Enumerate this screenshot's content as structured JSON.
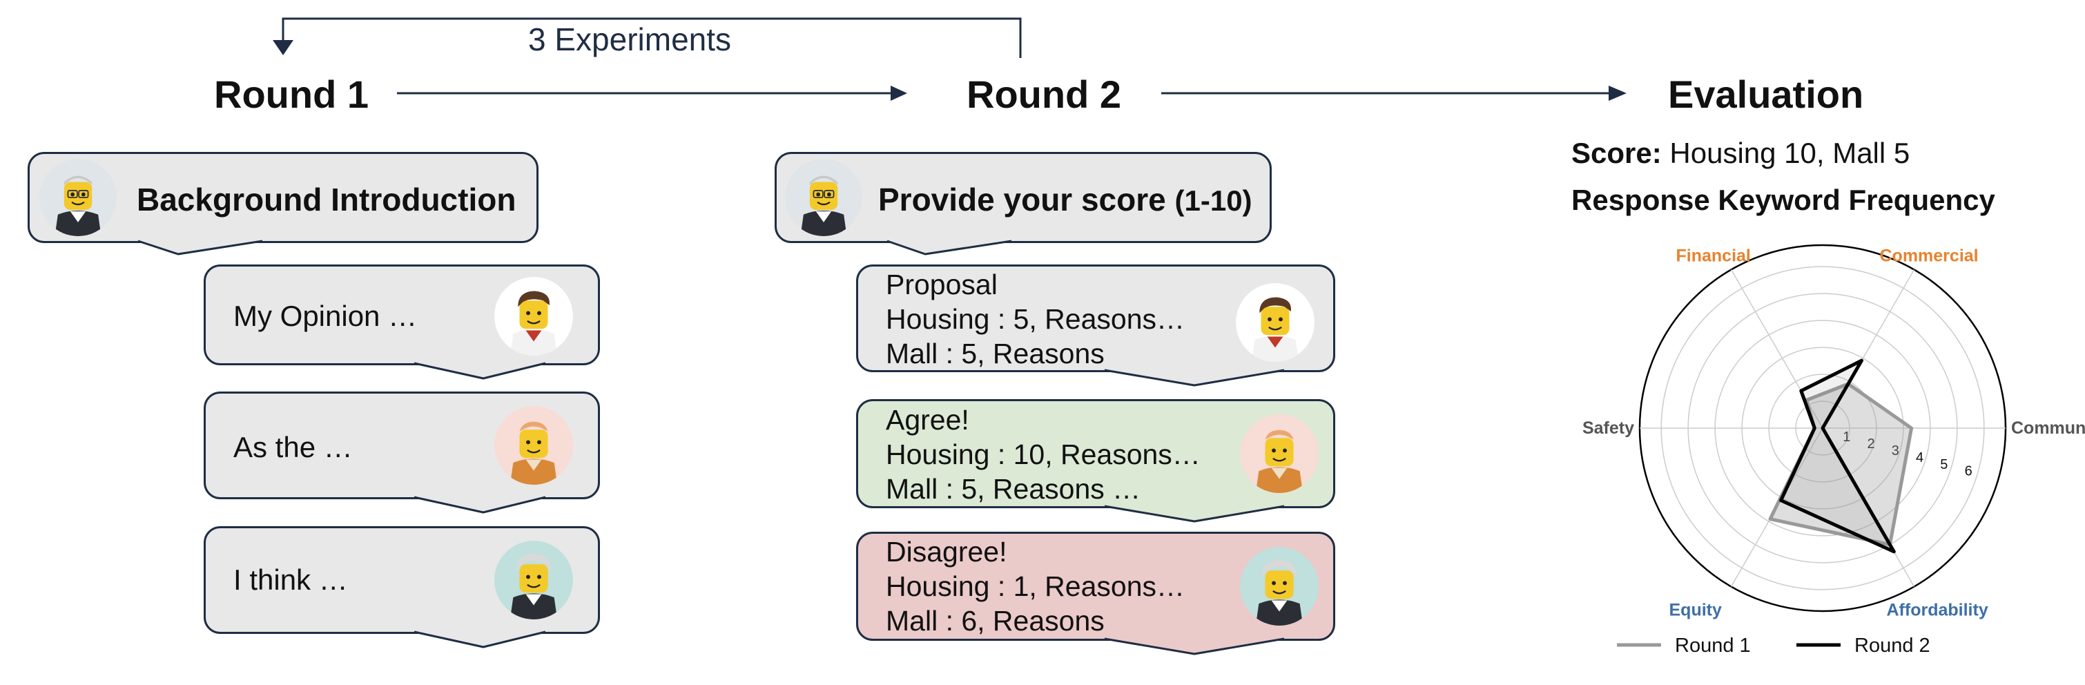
{
  "header": {
    "loop_label": "3 Experiments",
    "round1_title": "Round 1",
    "round2_title": "Round 2",
    "evaluation_title": "Evaluation"
  },
  "round1": {
    "host_text": "Background Introduction",
    "messages": [
      {
        "text": "My Opinion …",
        "avatar": "lego-man-white-shirt-icon"
      },
      {
        "text": "As the …",
        "avatar": "lego-woman-orange-vest-icon"
      },
      {
        "text": "I think  …",
        "avatar": "lego-elder-woman-suit-icon"
      }
    ]
  },
  "round2": {
    "host_text_main": "Provide your score",
    "host_text_range": "(1-10)",
    "responses": [
      {
        "title": "Proposal",
        "housing": "Housing : 5, Reasons…",
        "mall": "Mall : 5, Reasons",
        "style": "gray"
      },
      {
        "title": "Agree!",
        "housing": "Housing : 10, Reasons…",
        "mall": "Mall : 5, Reasons …",
        "style": "green"
      },
      {
        "title": "Disagree!",
        "housing": "Housing : 1, Reasons…",
        "mall": "Mall : 6, Reasons",
        "style": "red"
      }
    ]
  },
  "evaluation": {
    "score_label": "Score:",
    "score_value": "Housing 10, Mall 5",
    "keyword_title": "Response Keyword Frequency"
  },
  "colors": {
    "border": "#1f2d44",
    "bubble_gray": "#e8e8e8",
    "bubble_green": "#dce9d5",
    "bubble_red": "#ebcaca",
    "label_orange": "#e8822d",
    "label_blue": "#3e6fa8",
    "label_gray": "#555555",
    "round1_line": "#999999",
    "round2_line": "#000000"
  },
  "chart_data": {
    "type": "radar",
    "axes": [
      {
        "name": "Community",
        "color": "#555555"
      },
      {
        "name": "Commercial",
        "color": "#e8822d"
      },
      {
        "name": "Financial",
        "color": "#e8822d"
      },
      {
        "name": "Safety",
        "color": "#555555"
      },
      {
        "name": "Equity",
        "color": "#3e6fa8"
      },
      {
        "name": "Affordability",
        "color": "#3e6fa8"
      }
    ],
    "rlim": [
      0,
      6.8
    ],
    "rticks": [
      1,
      2,
      3,
      4,
      5,
      6
    ],
    "series": [
      {
        "name": "Round 1",
        "color": "#999999",
        "values": [
          3.3,
          1.9,
          1.2,
          0.3,
          3.9,
          5.0
        ]
      },
      {
        "name": "Round 2",
        "color": "#000000",
        "values": [
          0.0,
          2.9,
          1.6,
          0.3,
          3.1,
          5.3
        ]
      }
    ],
    "grid": true,
    "legend_position": "bottom"
  }
}
